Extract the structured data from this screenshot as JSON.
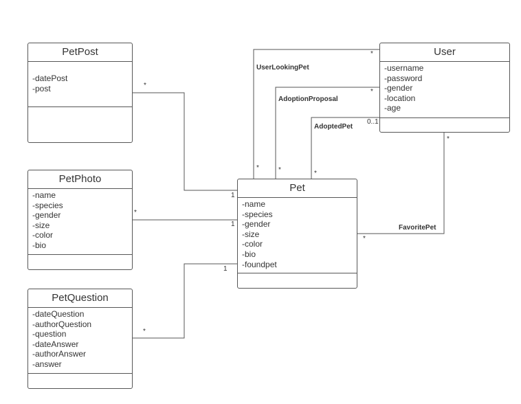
{
  "classes": {
    "petpost": {
      "name": "PetPost",
      "attributes": [
        "-datePost",
        "-post"
      ]
    },
    "petphoto": {
      "name": "PetPhoto",
      "attributes": [
        "-name",
        "-species",
        "-gender",
        "-size",
        "-color",
        "-bio"
      ]
    },
    "petquestion": {
      "name": "PetQuestion",
      "attributes": [
        "-dateQuestion",
        "-authorQuestion",
        "-question",
        "-dateAnswer",
        "-authorAnswer",
        "-answer"
      ]
    },
    "pet": {
      "name": "Pet",
      "attributes": [
        "-name",
        "-species",
        "-gender",
        "-size",
        "-color",
        "-bio",
        "-foundpet"
      ]
    },
    "user": {
      "name": "User",
      "attributes": [
        "-username",
        "-password",
        "-gender",
        "-location",
        "-age"
      ]
    }
  },
  "associations": {
    "user_looking_pet": {
      "label": "UserLookingPet",
      "mult_user": "*",
      "mult_pet": "*"
    },
    "adoption_proposal": {
      "label": "AdoptionProposal",
      "mult_user": "*",
      "mult_pet": "*"
    },
    "adopted_pet": {
      "label": "AdoptedPet",
      "mult_user": "0..1",
      "mult_pet": "*"
    },
    "favorite_pet": {
      "label": "FavoritePet",
      "mult_user": "*",
      "mult_pet": "*"
    },
    "petpost_pet": {
      "mult_petpost": "*",
      "mult_pet": "1"
    },
    "petphoto_pet": {
      "mult_petphoto": "*",
      "mult_pet": "1"
    },
    "petquestion_pet": {
      "mult_petquestion": "*",
      "mult_pet": "1"
    }
  }
}
